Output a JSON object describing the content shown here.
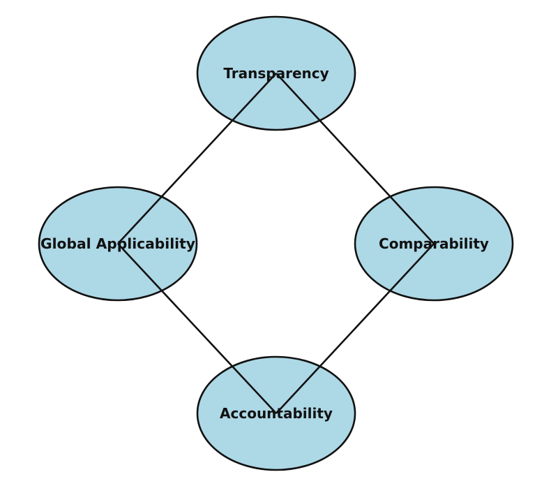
{
  "diagram": {
    "node_fill": "#add8e6",
    "stroke_color": "#111111",
    "nodes": [
      {
        "id": "transparency",
        "label": "Transparency"
      },
      {
        "id": "comparability",
        "label": "Comparability"
      },
      {
        "id": "accountability",
        "label": "Accountability"
      },
      {
        "id": "global-applicability",
        "label": "Global Applicability"
      }
    ],
    "edges": [
      [
        "transparency",
        "comparability"
      ],
      [
        "comparability",
        "accountability"
      ],
      [
        "accountability",
        "global-applicability"
      ],
      [
        "global-applicability",
        "transparency"
      ]
    ]
  }
}
